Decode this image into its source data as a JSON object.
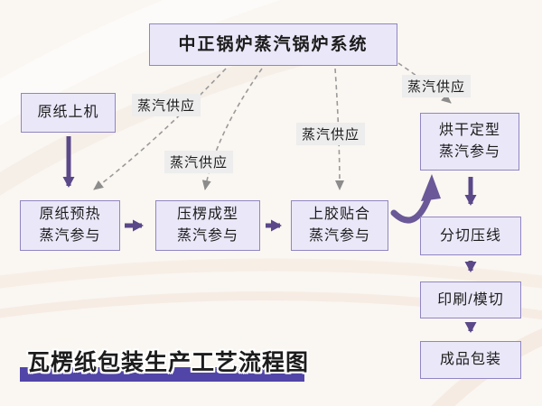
{
  "title": "瓦楞纸包装生产工艺流程图",
  "boiler": {
    "label": "中正锅炉蒸汽锅炉系统"
  },
  "nodes": {
    "raw_paper": {
      "label": "原纸上机"
    },
    "preheat": {
      "line1": "原纸预热",
      "line2": "蒸汽参与"
    },
    "corrugate": {
      "line1": "压楞成型",
      "line2": "蒸汽参与"
    },
    "glue": {
      "line1": "上胶贴合",
      "line2": "蒸汽参与"
    },
    "dry": {
      "line1": "烘干定型",
      "line2": "蒸汽参与"
    },
    "slit": {
      "label": "分切压线"
    },
    "print": {
      "label": "印刷/模切"
    },
    "pack": {
      "label": "成品包装"
    }
  },
  "steam_supply_labels": {
    "to_preheat": "蒸汽供应",
    "to_corrugate": "蒸汽供应",
    "to_glue": "蒸汽供应",
    "to_dry": "蒸汽供应"
  },
  "colors": {
    "bg": "#faf6f1",
    "box_fill": "#eae7f8",
    "box_border": "#9186c2",
    "text": "#1c1c1c",
    "label_bg": "#ededed",
    "arrow_purple": "#5a4889",
    "swoosh_purple": "#6a5898",
    "dashed_gray": "#9a9a9a",
    "arrowhead_gray": "#8c8c8c",
    "title_bar": "#5145a8"
  }
}
